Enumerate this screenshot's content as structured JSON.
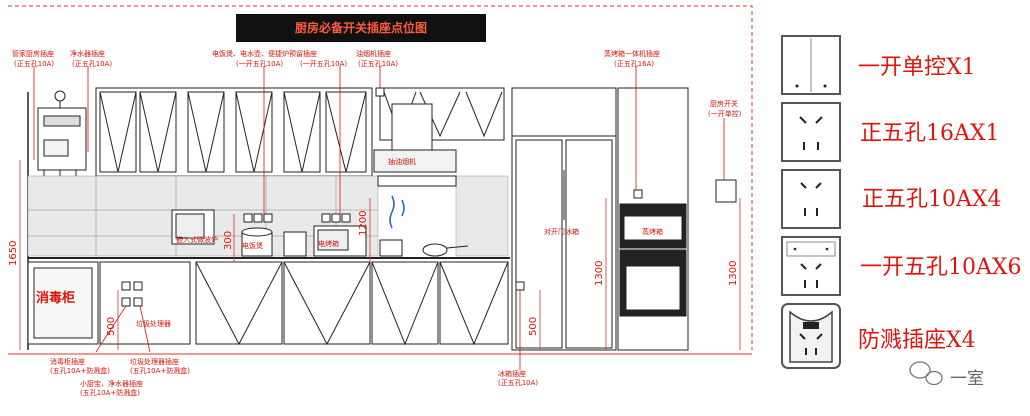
{
  "title": "厨房必备开关插座点位图",
  "labels": {
    "heater_leak": [
      "管家厨房插座",
      "(正五孔10A)"
    ],
    "water_purifier": [
      "净水器插座",
      "(正五孔10A)"
    ],
    "appliances": [
      "电饭煲、电水壶、便捷炉预留插座",
      "(一开五孔10A)",
      "(一开五孔10A)"
    ],
    "hood": [
      "油烟机插座",
      "(正五孔10A)"
    ],
    "steam_oven": [
      "蒸烤箱一体机插座",
      "(正五孔16A)"
    ],
    "light_switch": [
      "厨房开关",
      "(一开单控)"
    ],
    "disinfect": "消毒柜",
    "sink_left": [
      "消毒柜插座",
      "(五孔10A+防溅盒)"
    ],
    "sink_right": [
      "垃圾处理器插座",
      "(五孔10A+防溅盒)"
    ],
    "small_kitchen": [
      "小厨宝、净水器插座",
      "(五孔10A+防溅盒)"
    ],
    "fridge_socket": [
      "冰箱插座",
      "(正五孔10A)"
    ],
    "micro_label": "嵌入式微波炉",
    "rice_label": "电饭煲",
    "oven_mini_label": "电烤箱",
    "hood_label": "抽油烟机",
    "fridge_label": "对开门冰箱",
    "oven_label": "蒸烤箱",
    "under_sink_label": "垃圾处理器"
  },
  "dimensions": [
    "1650",
    "300",
    "1200",
    "500",
    "500",
    "1300",
    "1300"
  ],
  "legend": [
    {
      "label": "一开单控X1",
      "icon": "single-switch-icon"
    },
    {
      "label": "正五孔16AX1",
      "icon": "five-hole-socket-16a-icon"
    },
    {
      "label": "正五孔10AX4",
      "icon": "five-hole-socket-10a-icon"
    },
    {
      "label": "一开五孔10AX6",
      "icon": "switched-socket-icon"
    },
    {
      "label": "防溅插座X4",
      "icon": "splash-proof-socket-icon"
    }
  ],
  "watermark": "一室",
  "watermark_icon": "wechat-icon",
  "colors": {
    "annotation": "#d9140a",
    "title_bg": "#111111",
    "line": "#1a1a1a",
    "dim_line": "#e03030"
  }
}
